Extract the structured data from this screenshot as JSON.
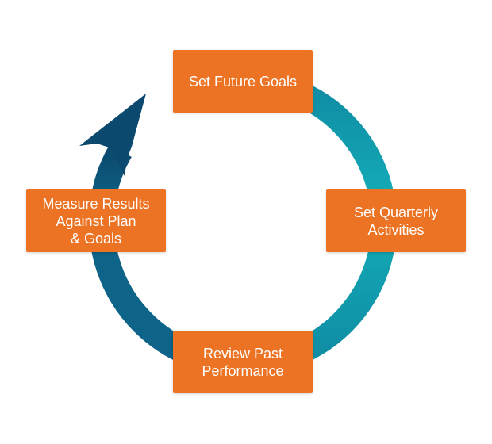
{
  "colors": {
    "box_fill": "#EB7323",
    "box_text": "#FFFFFF",
    "arc_teal_light": "#14AEB8",
    "arc_teal_mid": "#0F8BA3",
    "arc_navy": "#0D5479",
    "arc_navy_dark": "#0B4A6E"
  },
  "steps": {
    "top": "Set Future Goals",
    "right": "Set Quarterly\nActivities",
    "bottom": "Review Past\nPerformance",
    "left": "Measure Results\nAgainst Plan\n& Goals"
  },
  "arrow": {
    "direction": "clockwise",
    "head_icon": "arrowhead-icon"
  }
}
